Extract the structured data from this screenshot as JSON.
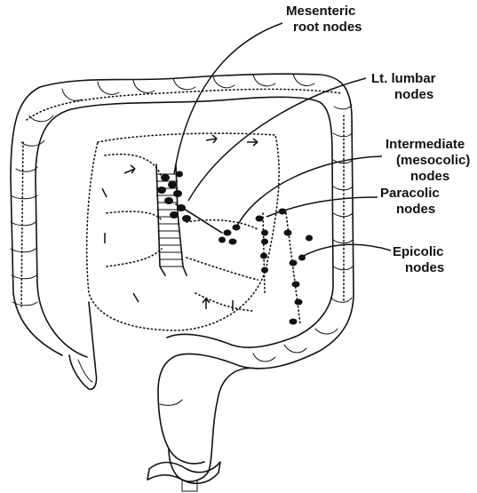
{
  "labels": {
    "mesenteric_root": [
      "Mesenteric",
      "root nodes"
    ],
    "lt_lumbar": [
      "Lt. lumbar",
      "nodes"
    ],
    "intermediate": [
      "Intermediate",
      "(mesocolic)",
      "nodes"
    ],
    "paracolic": [
      "Paracolic",
      "nodes"
    ],
    "epicolic": [
      "Epicolic",
      "nodes"
    ]
  }
}
